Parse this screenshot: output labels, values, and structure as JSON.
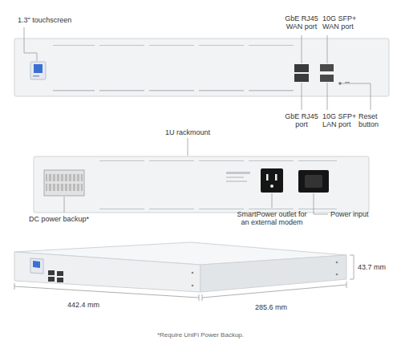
{
  "diagram": {
    "caption": "*Require UniFi Power Backup.",
    "labels": [
      "1.3\" touchscreen",
      "GbE RJ45 WAN port",
      "10G SFP+ WAN port",
      "GbE RJ45 port",
      "10G SFP+ LAN port",
      "Reset button",
      "1U rackmount",
      "DC power backup*",
      "SmartPower outlet for an external modem",
      "Power input",
      "43.7 mm",
      "442.4 mm",
      "285.6 mm"
    ]
  }
}
